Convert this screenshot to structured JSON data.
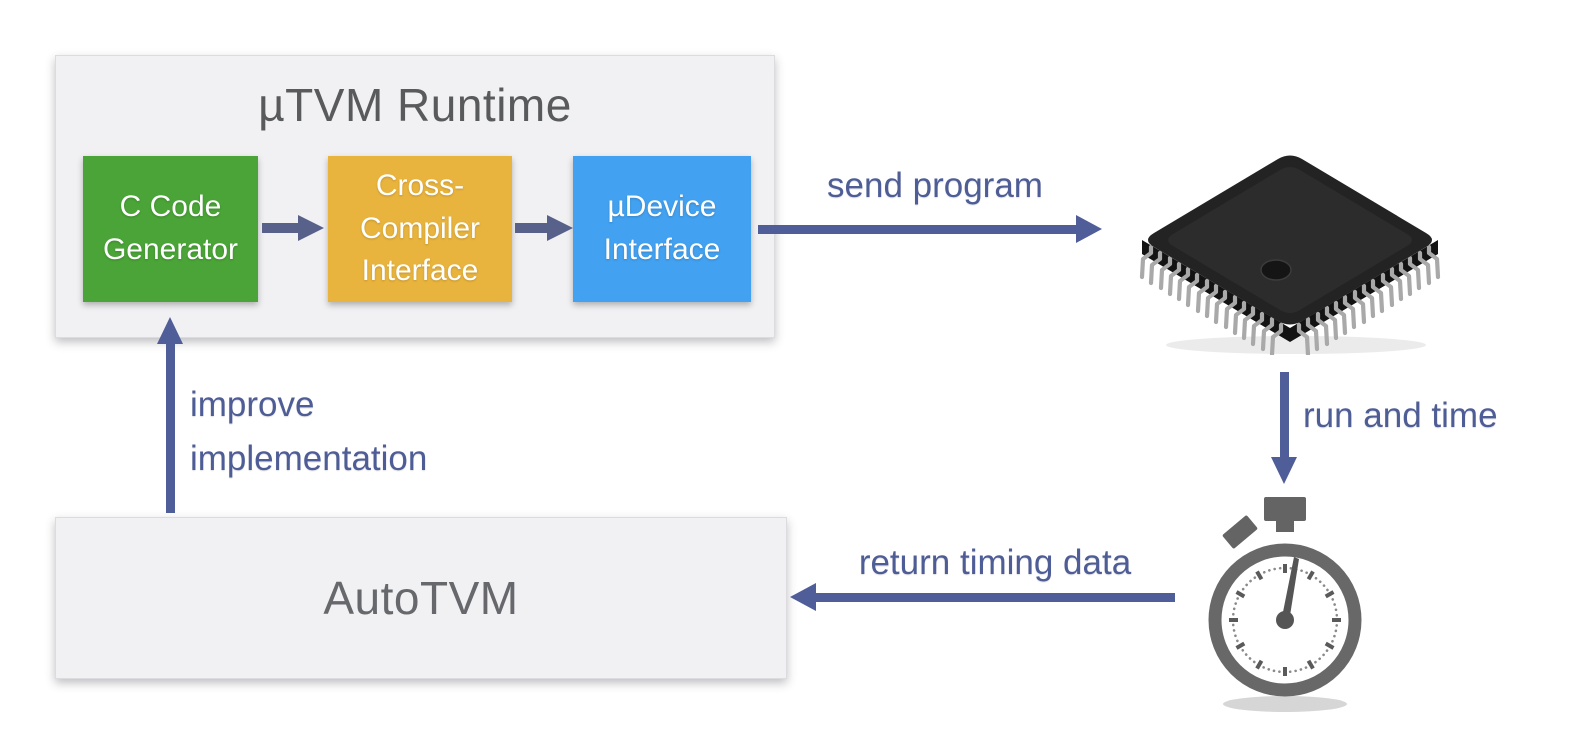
{
  "runtime": {
    "title": "µTVM Runtime",
    "blocks": [
      {
        "id": "c-code-generator",
        "label": "C Code\nGenerator",
        "color": "#4aa437"
      },
      {
        "id": "cross-compiler-interface",
        "label": "Cross-\nCompiler\nInterface",
        "color": "#e9b43d"
      },
      {
        "id": "udevice-interface",
        "label": "µDevice\nInterface",
        "color": "#42a1f0"
      }
    ]
  },
  "autotvm": {
    "label": "AutoTVM"
  },
  "flow": {
    "send_program": {
      "label": "send program",
      "direction": "right"
    },
    "run_and_time": {
      "label": "run and time",
      "direction": "down"
    },
    "return_timing_data": {
      "label": "return timing data",
      "direction": "left"
    },
    "improve_implementation": {
      "label": "improve\nimplementation",
      "direction": "up"
    }
  },
  "icons": {
    "microcontroller": "black QFP microcontroller chip, isometric view",
    "stopwatch": "gray stopwatch with hand near 12"
  },
  "colors": {
    "background": "#ffffff",
    "panel_bg": "#f1f1f4",
    "panel_border": "#dcdce0",
    "block_green": "#4aa437",
    "block_yellow": "#e9b43d",
    "block_blue": "#42a1f0",
    "arrow_indigo": "#4f5e99",
    "small_arrow_indigo": "#58618a",
    "label_indigo": "#4e5d96",
    "title_gray": "#595a5c",
    "autotvm_gray": "#67686b",
    "chip_body": "#232323",
    "chip_pins": "#a9a9a9",
    "stopwatch_gray": "#646464"
  }
}
